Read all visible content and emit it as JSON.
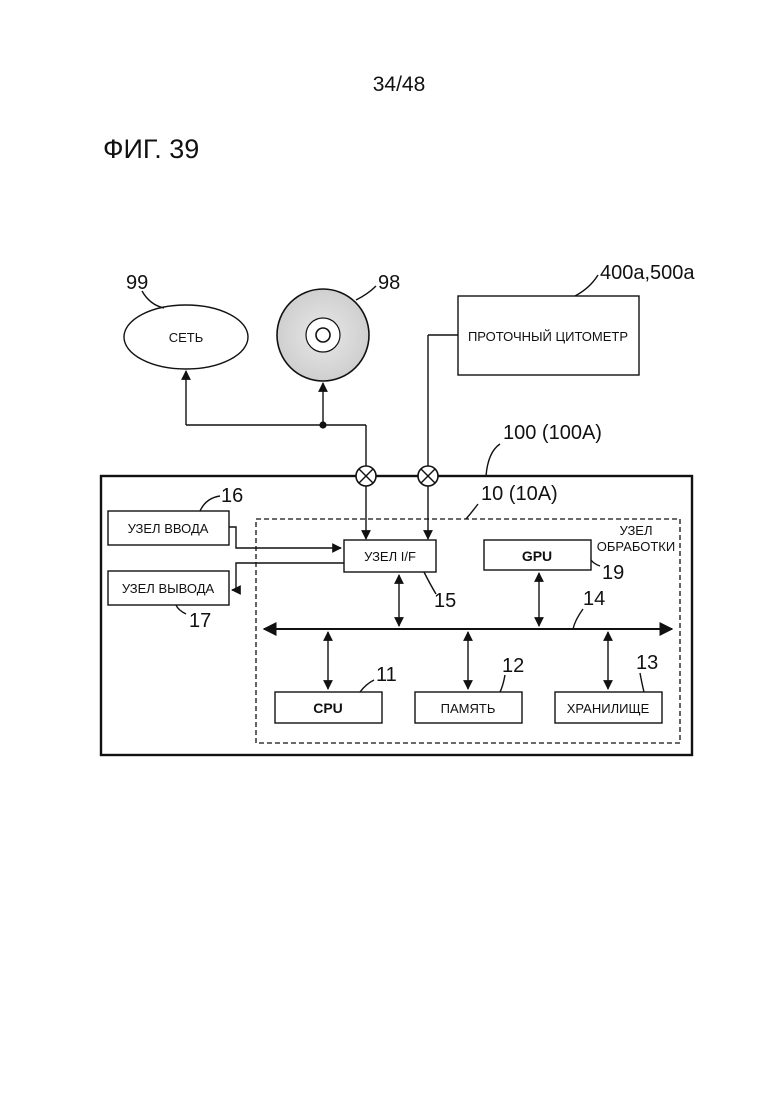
{
  "page": {
    "sheet_number": "34/48",
    "figure_label": "ФИГ. 39"
  },
  "diagram": {
    "network": {
      "label": "СЕТЬ",
      "ref": "99"
    },
    "disc": {
      "ref": "98"
    },
    "flow_cytometer": {
      "label": "ПРОТОЧНЫЙ ЦИТОМЕТР",
      "ref": "400a,500a"
    },
    "device": {
      "ref": "100 (100A)"
    },
    "processing_unit": {
      "label_line1": "УЗЕЛ",
      "label_line2": "ОБРАБОТКИ",
      "ref": "10 (10A)"
    },
    "input_unit": {
      "label": "УЗЕЛ ВВОДА",
      "ref": "16"
    },
    "output_unit": {
      "label": "УЗЕЛ ВЫВОДА",
      "ref": "17"
    },
    "interface_unit": {
      "label": "УЗЕЛ I/F",
      "ref": "15"
    },
    "gpu": {
      "label": "GPU",
      "ref": "19"
    },
    "bus": {
      "ref": "14"
    },
    "cpu": {
      "label": "CPU",
      "ref": "11"
    },
    "memory": {
      "label": "ПАМЯТЬ",
      "ref": "12"
    },
    "storage": {
      "label": "ХРАНИЛИЩЕ",
      "ref": "13"
    }
  }
}
